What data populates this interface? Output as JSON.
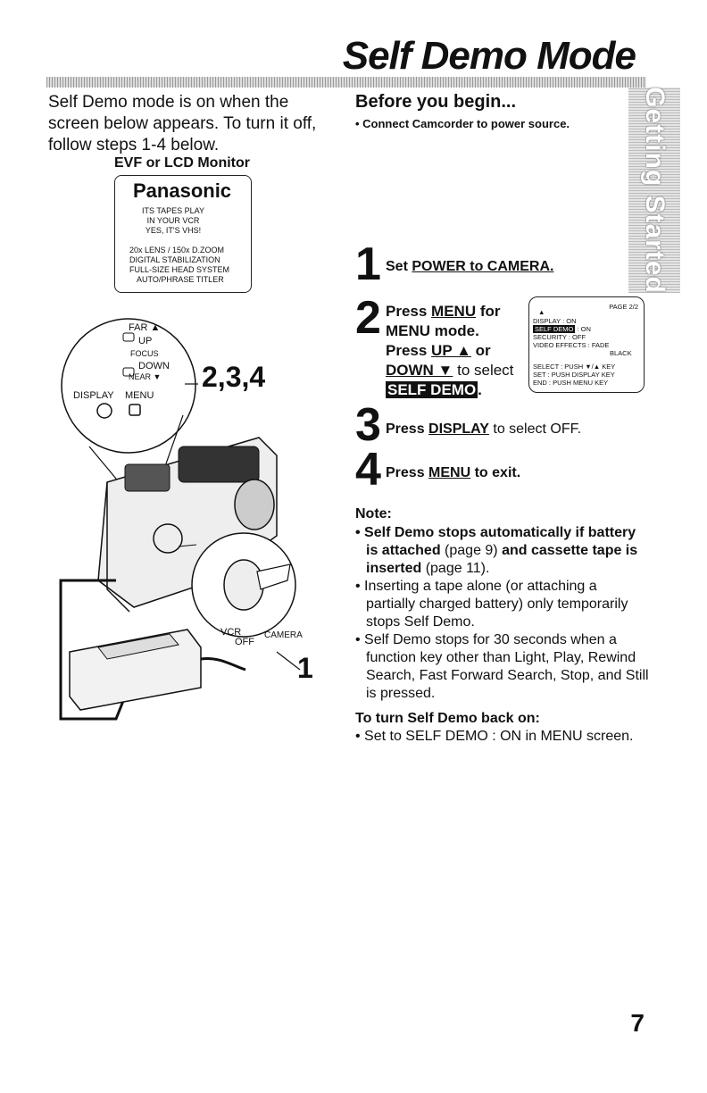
{
  "page_title": "Self Demo Mode",
  "side_tab": "Getting Started",
  "intro_text": "Self Demo mode is on when the screen below appears. To turn it off, follow steps 1-4 below.",
  "evf_label": "EVF or LCD Monitor",
  "monitor": {
    "brand": "Panasonic",
    "lines_a": [
      "ITS TAPES PLAY",
      "IN YOUR VCR",
      "YES, IT'S VHS!"
    ],
    "lines_b": [
      "20x LENS / 150x D.ZOOM",
      "DIGITAL STABILIZATION",
      "FULL-SIZE HEAD SYSTEM",
      "AUTO/PHRASE TITLER"
    ]
  },
  "illustration": {
    "far": "FAR",
    "up": "UP",
    "focus": "FOCUS",
    "down": "DOWN",
    "near": "NEAR",
    "display": "DISPLAY",
    "menu": "MENU",
    "steps_callout": "2,3,4",
    "vcr": "VCR",
    "off": "OFF",
    "camera": "CAMERA",
    "step1_callout": "1"
  },
  "before": {
    "heading": "Before you begin...",
    "bullet": "• Connect Camcorder to power source."
  },
  "steps": {
    "s1_num": "1",
    "s1_pre": "Set ",
    "s1_u": "POWER to CAMERA.",
    "s2_num": "2",
    "s2_a": "Press ",
    "s2_menu": "MENU",
    "s2_b": " for",
    "s2_c": "MENU mode.",
    "s2_d": "Press ",
    "s2_up": "UP ▲",
    "s2_e": " or",
    "s2_down": "DOWN ▼",
    "s2_f": " to select",
    "s2_sel": "SELF DEMO",
    "s2_dot": ".",
    "s3_num": "3",
    "s3_a": "Press ",
    "s3_u": "DISPLAY",
    "s3_b": " to select OFF.",
    "s4_num": "4",
    "s4_a": "Press ",
    "s4_u": "MENU",
    "s4_b": " to exit."
  },
  "menu_screen": {
    "page": "PAGE 2/2",
    "arrow": "▲",
    "r1": "DISPLAY       : ON",
    "r2_label": "SELF DEMO",
    "r2_val": ": ON",
    "r3": "SECURITY     : OFF",
    "r4": "VIDEO EFFECTS : FADE",
    "r4b": "BLACK",
    "r5": "SELECT : PUSH ▼/▲ KEY",
    "r6": "SET       : PUSH DISPLAY KEY",
    "r7": "END       : PUSH MENU KEY"
  },
  "note": {
    "heading": "Note:",
    "b1_bold_a": "• Self Demo stops automatically if battery is attached",
    "b1_norm_a": " (page 9) ",
    "b1_bold_b": "and cassette tape is inserted",
    "b1_norm_b": " (page 11).",
    "b2": "• Inserting a tape alone (or attaching a partially charged battery) only temporarily stops Self Demo.",
    "b3": "• Self Demo stops for 30 seconds when a function key other than Light, Play, Rewind Search, Fast Forward Search, Stop, and Still is pressed."
  },
  "turn_on": {
    "heading": "To turn Self Demo back on:",
    "bullet": "• Set to SELF DEMO : ON in MENU screen."
  },
  "page_number": "7"
}
